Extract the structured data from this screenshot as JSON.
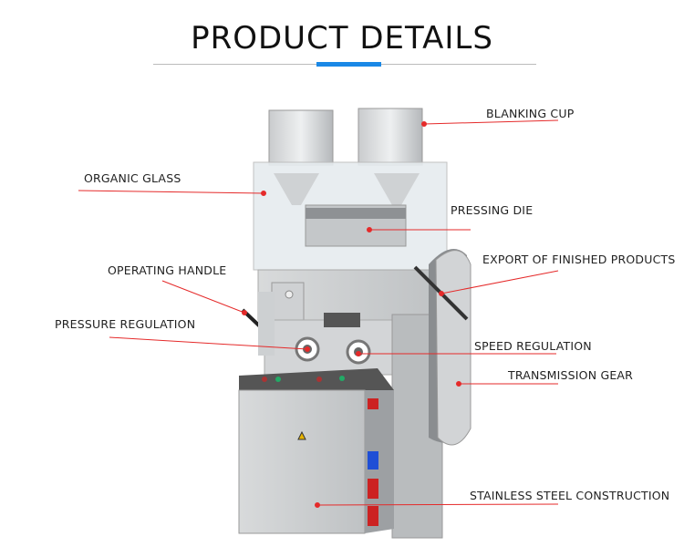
{
  "header": {
    "title": "PRODUCT DETAILS",
    "accent_color": "#1a88e6"
  },
  "callouts": [
    {
      "id": "blanking-cup",
      "label": "BLANKING CUP"
    },
    {
      "id": "organic-glass",
      "label": "ORGANIC GLASS"
    },
    {
      "id": "pressing-die",
      "label": "PRESSING DIE"
    },
    {
      "id": "export",
      "label": "EXPORT OF FINISHED PRODUCTS"
    },
    {
      "id": "operating-handle",
      "label": "OPERATING HANDLE"
    },
    {
      "id": "pressure-regulation",
      "label": "PRESSURE REGULATION"
    },
    {
      "id": "speed-regulation",
      "label": "SPEED REGULATION"
    },
    {
      "id": "transmission-gear",
      "label": "TRANSMISSION GEAR"
    },
    {
      "id": "stainless-steel",
      "label": "STAINLESS STEEL CONSTRUCTION"
    }
  ],
  "leader_color": "#e52a2a"
}
